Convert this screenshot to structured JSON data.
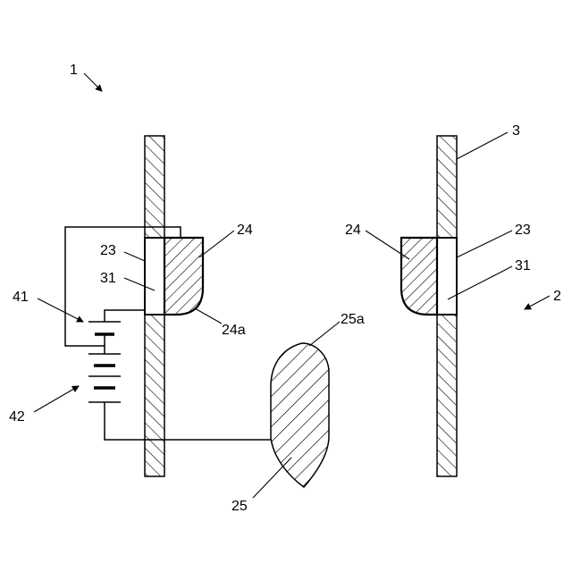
{
  "labels": {
    "device": "1",
    "device_b": "2",
    "plate": "3",
    "member_23_left": "23",
    "member_23_right": "23",
    "member_24_left": "24",
    "member_24_right": "24",
    "face_24a": "24a",
    "electrode_25": "25",
    "face_25a": "25a",
    "member_31_left": "31",
    "member_31_right": "31",
    "power_41": "41",
    "power_42": "42"
  }
}
